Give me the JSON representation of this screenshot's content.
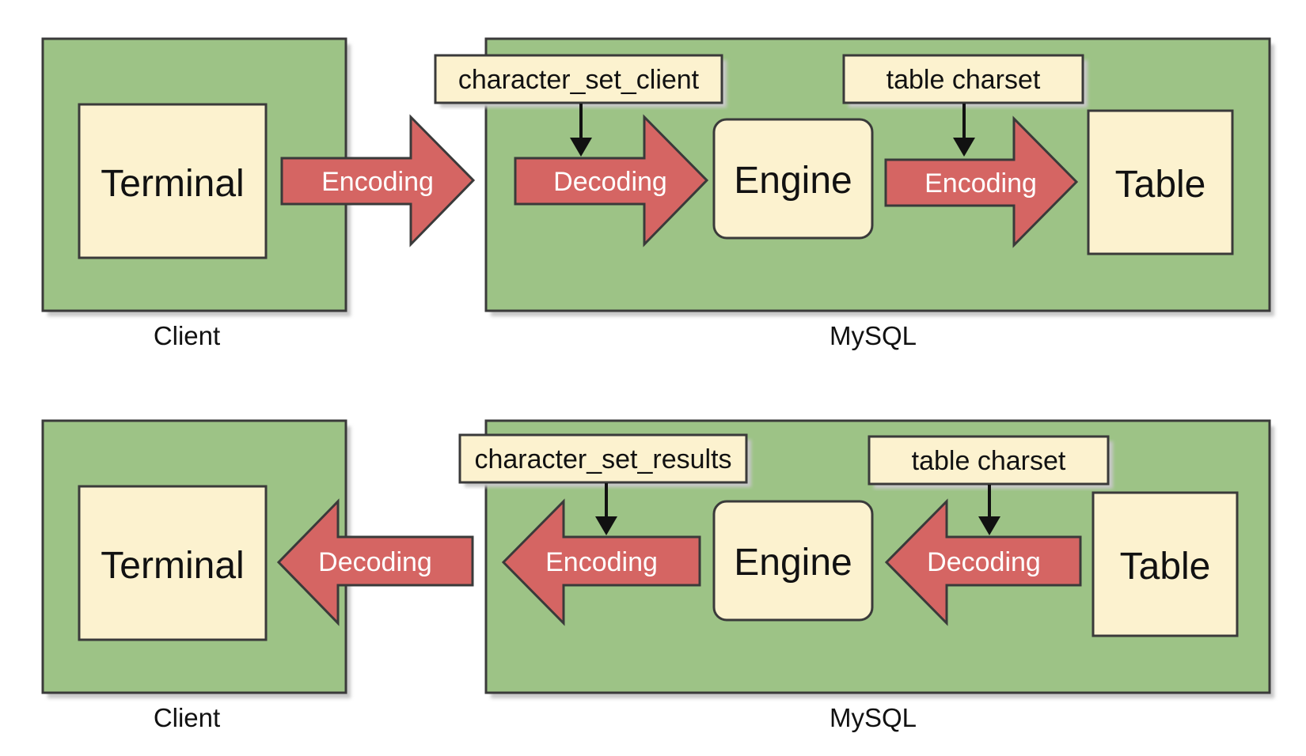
{
  "colors": {
    "container_green": "#9dc386",
    "box_cream": "#fcf2cf",
    "arrow_red": "#d56563",
    "outline": "#3a3a3a"
  },
  "rows": [
    {
      "client": {
        "terminal": "Terminal",
        "caption": "Client"
      },
      "link_arrow": {
        "label": "Encoding",
        "direction": "right"
      },
      "mysql": {
        "caption": "MySQL",
        "arrow_1": {
          "label": "Decoding",
          "direction": "right",
          "setting": "character_set_client"
        },
        "engine": "Engine",
        "arrow_2": {
          "label": "Encoding",
          "direction": "right",
          "setting": "table charset"
        },
        "table": "Table"
      }
    },
    {
      "client": {
        "terminal": "Terminal",
        "caption": "Client"
      },
      "link_arrow": {
        "label": "Decoding",
        "direction": "left"
      },
      "mysql": {
        "caption": "MySQL",
        "arrow_1": {
          "label": "Encoding",
          "direction": "left",
          "setting": "character_set_results"
        },
        "engine": "Engine",
        "arrow_2": {
          "label": "Decoding",
          "direction": "left",
          "setting": "table charset"
        },
        "table": "Table"
      }
    }
  ]
}
